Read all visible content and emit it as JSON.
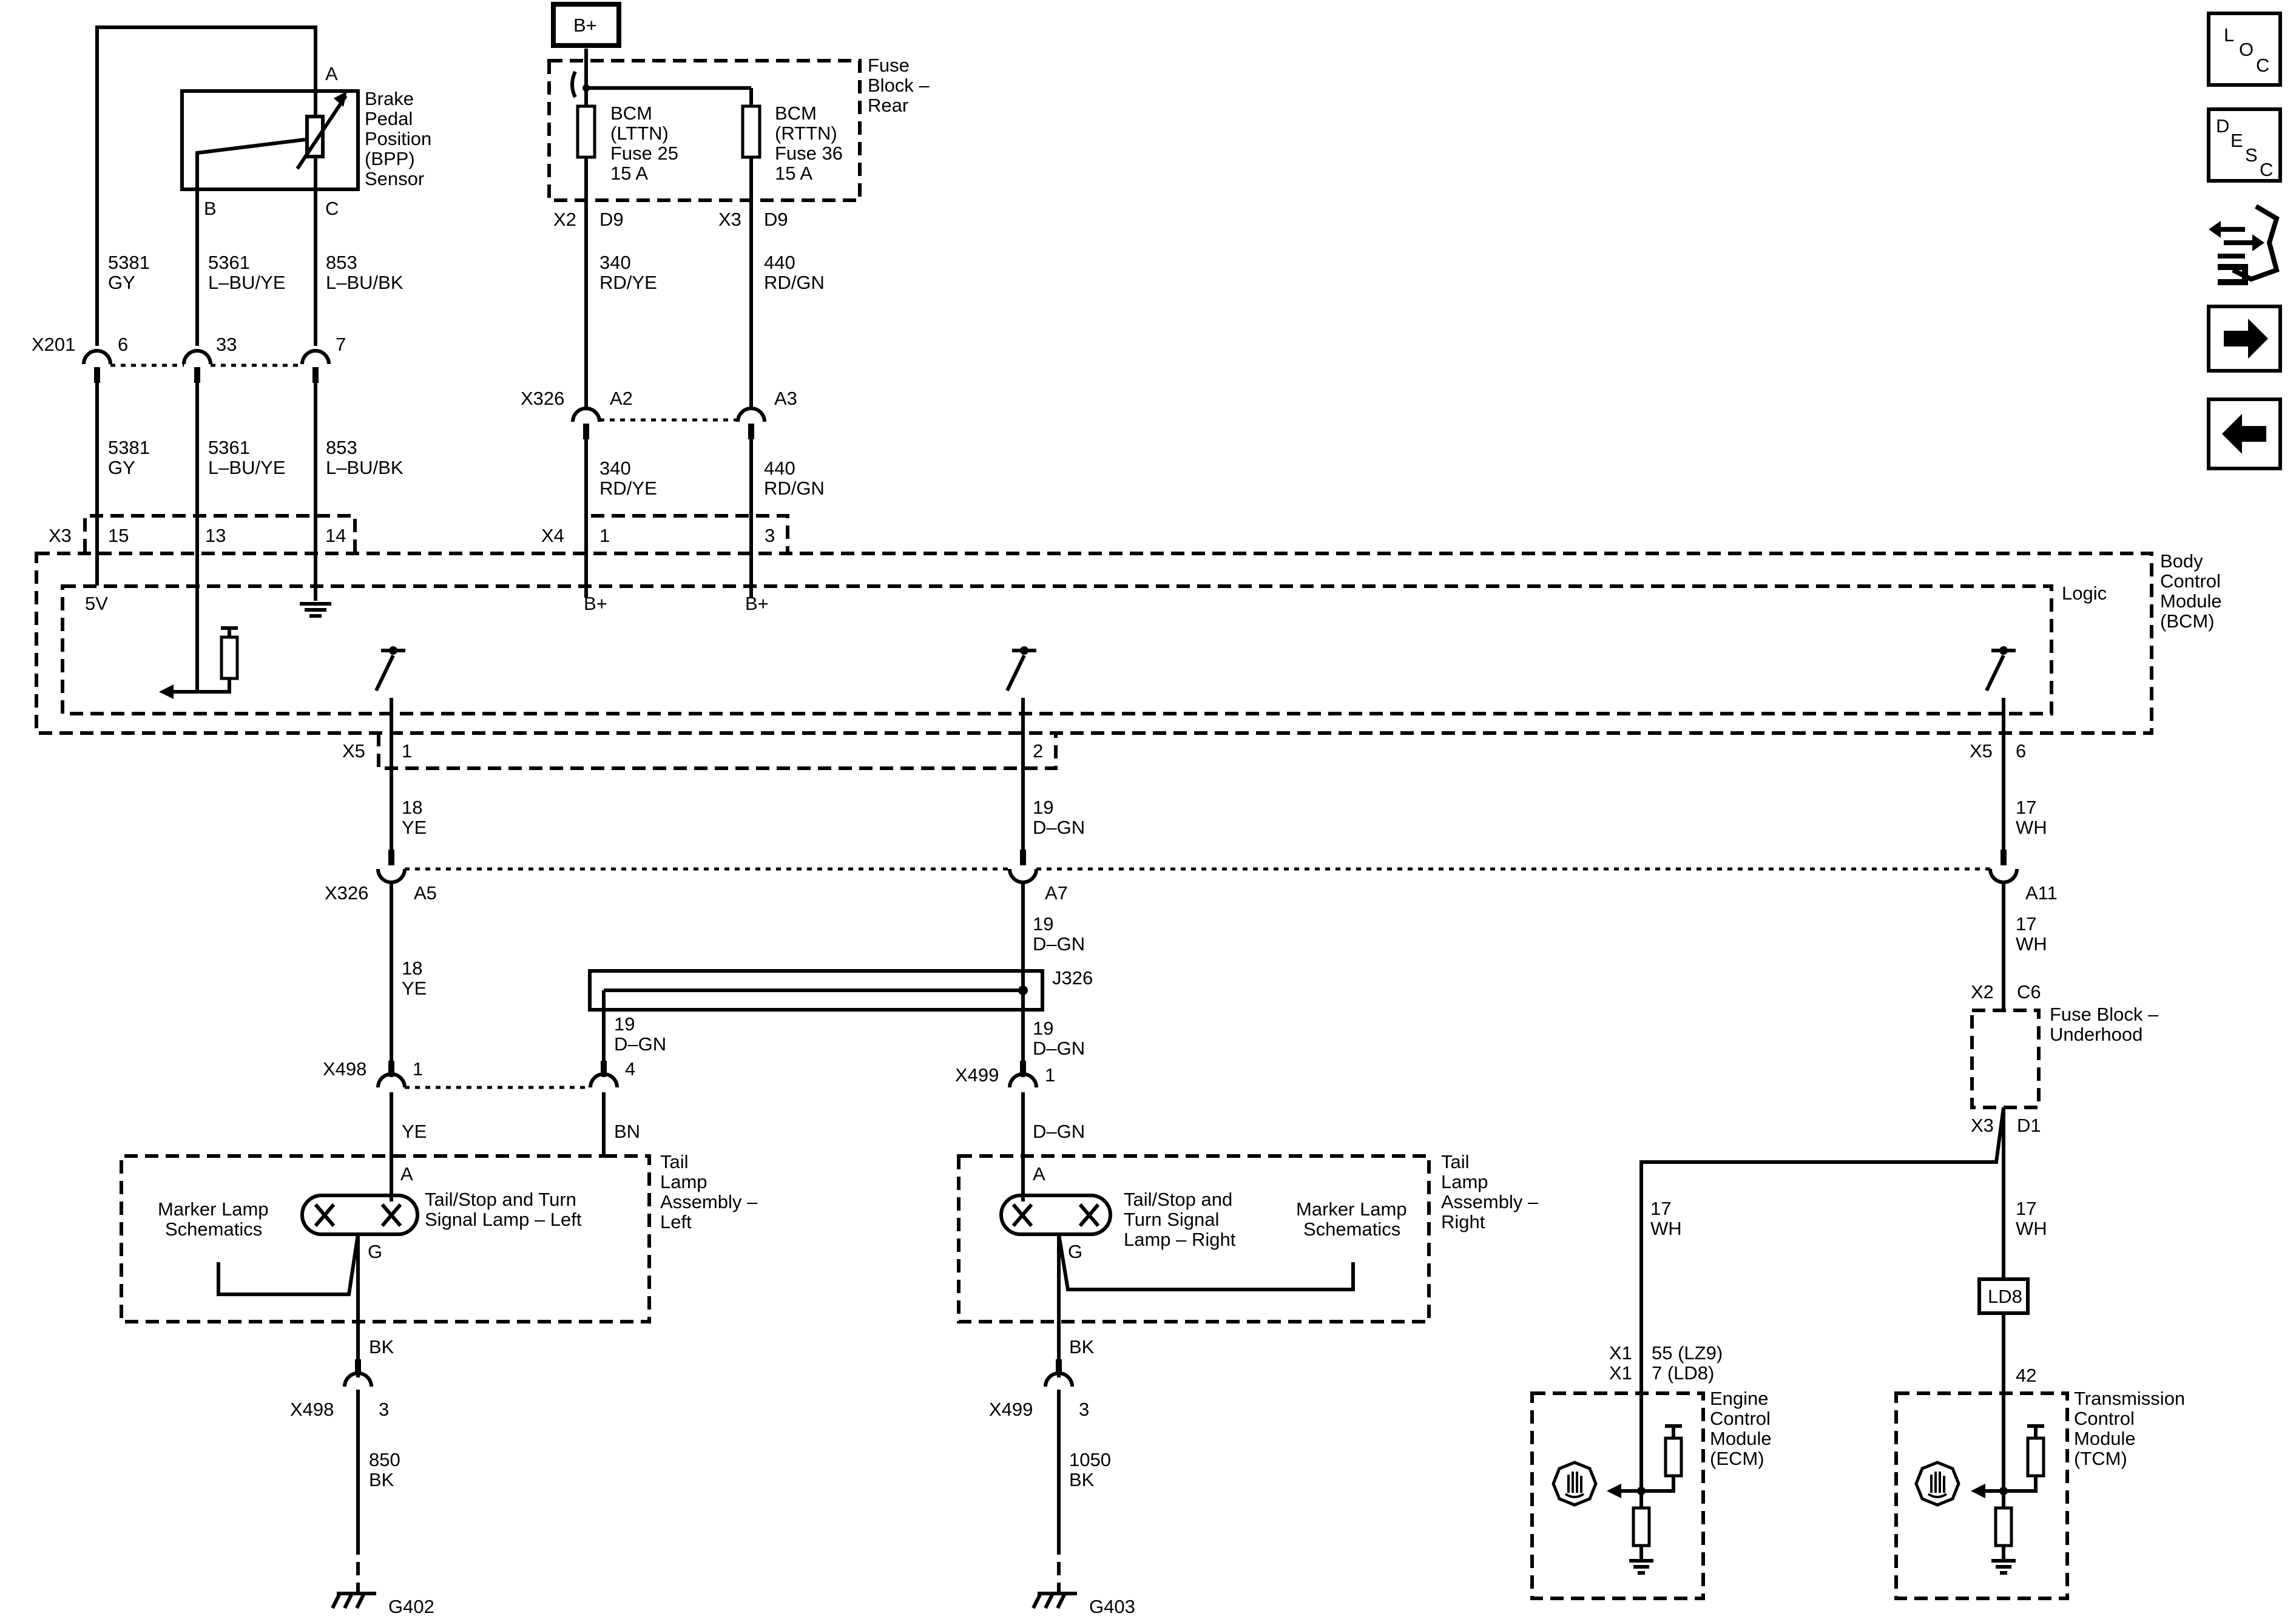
{
  "bplus_box": "B+",
  "fuse_block_rear": [
    "Fuse",
    "Block –",
    "Rear"
  ],
  "fuses": [
    {
      "lines": [
        "BCM",
        "(LTTN)",
        "Fuse 25",
        "15 A"
      ]
    },
    {
      "lines": [
        "BCM",
        "(RTTN)",
        "Fuse 36",
        "15 A"
      ]
    }
  ],
  "bpp_sensor": {
    "lines": [
      "Brake",
      "Pedal",
      "Position",
      "(BPP)",
      "Sensor"
    ],
    "pin_a": "A",
    "pin_b": "B",
    "pin_c": "C"
  },
  "connectors": {
    "x201": "X201",
    "x3": "X3",
    "x4": "X4",
    "x2": "X2",
    "x3b": "X3",
    "d9a": "D9",
    "d9b": "D9",
    "x326_top": "X326",
    "a2": "A2",
    "a3": "A3",
    "x5_left": "X5",
    "x5_right": "X5",
    "x326_mid": "X326",
    "a5": "A5",
    "a7": "A7",
    "a11": "A11",
    "j326": "J326",
    "x498": "X498",
    "x499": "X499",
    "x2_uh": "X2",
    "c6": "C6",
    "x3_uh": "X3",
    "d1": "D1",
    "x498_g": "X498",
    "x499_g": "X499",
    "x1a": "X1",
    "x1b": "X1"
  },
  "pins": {
    "x201_6": "6",
    "x201_33": "33",
    "x201_7": "7",
    "x3_15": "15",
    "x3_13": "13",
    "x3_14": "14",
    "x4_1": "1",
    "x4_3": "3",
    "x5_1": "1",
    "x5_2": "2",
    "x5_6": "6",
    "x498_1": "1",
    "x498_4": "4",
    "x499_1": "1",
    "x498_3": "3",
    "x499_3": "3",
    "ecm_a": "55 (LZ9)",
    "ecm_b": "7 (LD8)",
    "tcm": "42"
  },
  "wires": {
    "w5381a": [
      "5381",
      "GY"
    ],
    "w5361a": [
      "5361",
      "L–BU/YE"
    ],
    "w853a": [
      "853",
      "L–BU/BK"
    ],
    "w5381b": [
      "5381",
      "GY"
    ],
    "w5361b": [
      "5361",
      "L–BU/YE"
    ],
    "w853b": [
      "853",
      "L–BU/BK"
    ],
    "w340a": [
      "340",
      "RD/YE"
    ],
    "w440a": [
      "440",
      "RD/GN"
    ],
    "w340b": [
      "340",
      "RD/YE"
    ],
    "w440b": [
      "440",
      "RD/GN"
    ],
    "w18a": [
      "18",
      "YE"
    ],
    "w19a": [
      "19",
      "D–GN"
    ],
    "w17a": [
      "17",
      "WH"
    ],
    "w18b": [
      "18",
      "YE"
    ],
    "w19b": [
      "19",
      "D–GN"
    ],
    "w17b": [
      "17",
      "WH"
    ],
    "w19c": [
      "19",
      "D–GN"
    ],
    "w19d": [
      "19",
      "D–GN"
    ],
    "ye": "YE",
    "bn": "BN",
    "dgn": "D–GN",
    "w17c": [
      "17",
      "WH"
    ],
    "w17d": [
      "17",
      "WH"
    ],
    "bk_left": "BK",
    "bk_right": "BK",
    "w850": [
      "850",
      "BK"
    ],
    "w1050": [
      "1050",
      "BK"
    ]
  },
  "bcm": {
    "name": [
      "Body",
      "Control",
      "Module",
      "(BCM)"
    ],
    "logic": "Logic",
    "v5": "5V",
    "bplus1": "B+",
    "bplus2": "B+"
  },
  "fuse_block_underhood": [
    "Fuse Block –",
    "Underhood"
  ],
  "ld8_box": "LD8",
  "tail_left": {
    "assembly": [
      "Tail",
      "Lamp",
      "Assembly –",
      "Left"
    ],
    "lamp": [
      "Tail/Stop and Turn",
      "Signal Lamp – Left"
    ],
    "marker": [
      "Marker Lamp",
      "Schematics"
    ],
    "pin_a": "A",
    "pin_g": "G"
  },
  "tail_right": {
    "assembly": [
      "Tail",
      "Lamp",
      "Assembly –",
      "Right"
    ],
    "lamp": [
      "Tail/Stop and",
      "Turn Signal",
      "Lamp – Right"
    ],
    "marker": [
      "Marker Lamp",
      "Schematics"
    ],
    "pin_a": "A",
    "pin_g": "G"
  },
  "ecm": [
    "Engine",
    "Control",
    "Module",
    "(ECM)"
  ],
  "tcm": [
    "Transmission",
    "Control",
    "Module",
    "(TCM)"
  ],
  "grounds": {
    "g402": "G402",
    "g403": "G403"
  },
  "side_buttons": {
    "loc": [
      "L",
      "O",
      "C"
    ],
    "desc": [
      "D",
      "E",
      "S",
      "C"
    ],
    "icons": [
      "connector-icon",
      "next-arrow-icon",
      "prev-arrow-icon"
    ]
  }
}
